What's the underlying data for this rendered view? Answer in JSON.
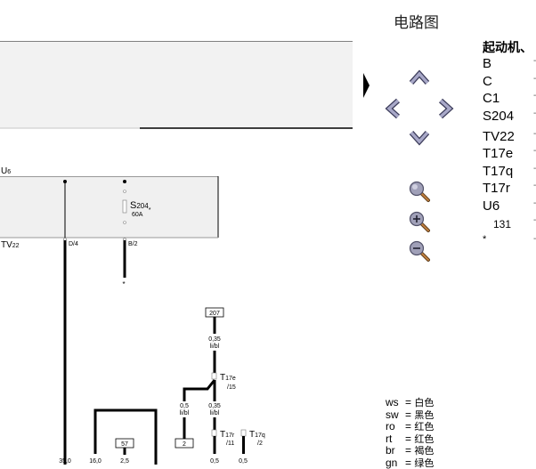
{
  "header": {
    "title": "电路图"
  },
  "nav": {
    "expand_arrow": "expand-panel",
    "up": "chevron-up-icon",
    "left": "chevron-left-icon",
    "right": "chevron-right-icon",
    "down": "chevron-down-icon",
    "zoom_fit": "magnifier-icon",
    "zoom_in": "zoom-in-icon",
    "zoom_out": "zoom-out-icon"
  },
  "legend": {
    "heading": "起动机、",
    "items": [
      {
        "code": "B",
        "desc": "-"
      },
      {
        "code": "C",
        "desc": "-"
      },
      {
        "code": "C1",
        "desc": "-"
      },
      {
        "code": "S204",
        "desc": "-"
      },
      {
        "code": "TV22",
        "desc": "-"
      },
      {
        "code": "T17e",
        "desc": "-"
      },
      {
        "code": "T17q",
        "desc": "-"
      },
      {
        "code": "T17r",
        "desc": "-"
      },
      {
        "code": "U6",
        "desc": "-"
      },
      {
        "code": "131",
        "desc": "-"
      },
      {
        "code": "*",
        "desc": "-"
      }
    ]
  },
  "wire_colors": [
    {
      "code": "ws",
      "eq": "=",
      "name": "白色"
    },
    {
      "code": "sw",
      "eq": "=",
      "name": "黑色"
    },
    {
      "code": "ro",
      "eq": "=",
      "name": "红色"
    },
    {
      "code": "rt",
      "eq": "=",
      "name": "红色"
    },
    {
      "code": "br",
      "eq": "=",
      "name": "褐色"
    },
    {
      "code": "gn",
      "eq": "=",
      "name": "绿色"
    }
  ],
  "diagram": {
    "u6_label": "U",
    "u6_sub": "6",
    "tv22_label": "TV",
    "tv22_sub": "22",
    "pin_d4": "D/4",
    "pin_b2": "B/2",
    "fuse_label": "S",
    "fuse_sub": "204",
    "fuse_rating": "60A",
    "star": "*",
    "box_207": "207",
    "box_57": "57",
    "box_2": "2",
    "w1_size": "0,35",
    "w1_color": "li/bl",
    "t17e_label": "T",
    "t17e_sub": "17e",
    "t17e_pin": "/15",
    "w2_size": "0,5",
    "w2_color": "li/bl",
    "w3_size": "0,35",
    "w3_color": "li/bl",
    "t17r_label": "T",
    "t17r_sub": "17r",
    "t17r_pin": "/11",
    "t17q_label": "T",
    "t17q_sub": "17q",
    "t17q_pin": "/2",
    "bottom_sizes": [
      "35,0",
      "16,0",
      "2,5",
      "0,5",
      "0,5"
    ]
  }
}
